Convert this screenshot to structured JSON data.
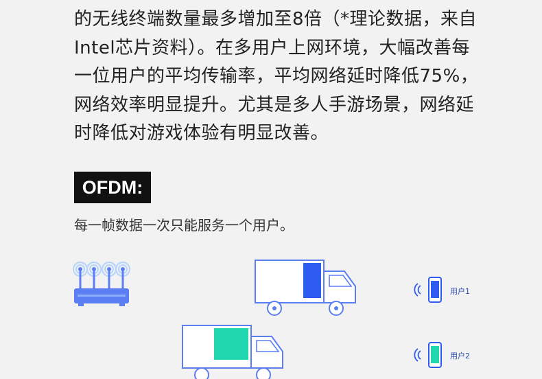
{
  "paragraph": {
    "lines": [
      "的无线终端数量最多增加至8倍（*理论数据，来自",
      "Intel芯片资料）。在多用户上网环境，大幅改善每",
      "一位用户的平均传输率，平均网络延时降低75%，",
      "网络效率明显提升。尤其是多人手游场景，网络延",
      "时降低对游戏体验有明显改善。"
    ]
  },
  "section": {
    "badge": "OFDM:",
    "description": "每一帧数据一次只能服务一个用户。"
  },
  "diagram": {
    "users": [
      "用户1",
      "用户2"
    ],
    "icons": {
      "router": "wifi-router-icon",
      "truck": "truck-icon",
      "phone": "smartphone-icon"
    },
    "colors": {
      "router": "#5b7ff2",
      "wave": "#9fc6f8",
      "truck_outline": "#5b7ff2",
      "cargo_user1": "#2f5cf0",
      "cargo_user2": "#1fd6ae",
      "phone1": "#2f5cf0",
      "phone2": "#1fd6ae"
    }
  }
}
